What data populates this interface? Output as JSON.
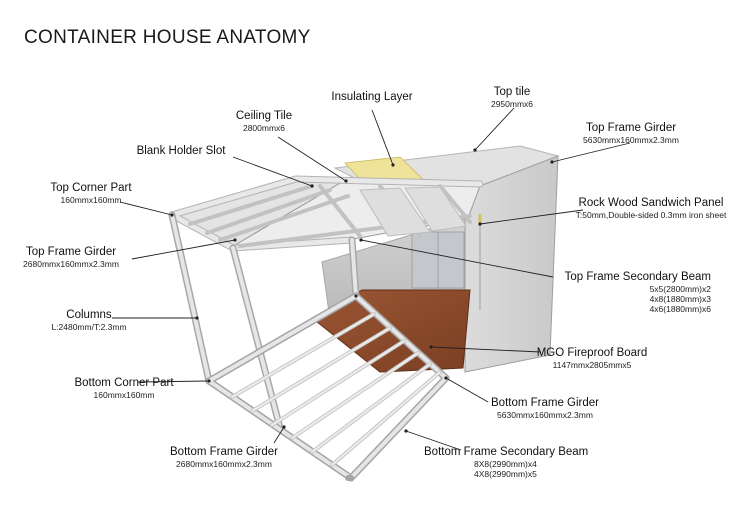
{
  "title": "CONTAINER HOUSE ANATOMY",
  "labels": {
    "insulating_layer": {
      "name": "Insulating Layer"
    },
    "top_tile": {
      "name": "Top tile",
      "spec": "2950mmx6"
    },
    "ceiling_tile": {
      "name": "Ceiling Tile",
      "spec": "2800mmx6"
    },
    "top_frame_girder_right": {
      "name": "Top Frame Girder",
      "spec": "5630mmx160mmx2.3mm"
    },
    "blank_holder_slot": {
      "name": "Blank Holder Slot"
    },
    "top_corner_part": {
      "name": "Top Corner Part",
      "spec": "160mmx160mm"
    },
    "rock_wood_panel": {
      "name": "Rock Wood Sandwich Panel",
      "spec": "T:50mm,Double-sided 0.3mm iron sheet"
    },
    "top_frame_girder_left": {
      "name": "Top Frame Girder",
      "spec": "2680mmx160mmx2.3mm"
    },
    "top_frame_secondary_beam": {
      "name": "Top Frame Secondary Beam",
      "spec1": "5x5(2800mm)x2",
      "spec2": "4x8(1880mm)x3",
      "spec3": "4x6(1880mm)x6"
    },
    "columns": {
      "name": "Columns",
      "spec": "L:2480mm/T:2.3mm"
    },
    "mgo_board": {
      "name": "MGO Fireproof Board",
      "spec": "1147mmx2805mmx5"
    },
    "bottom_corner_part": {
      "name": "Bottom Corner Part",
      "spec": "160mmx160mm"
    },
    "bottom_frame_girder_right": {
      "name": "Bottom Frame Girder",
      "spec": "5630mmx160mmx2.3mm"
    },
    "bottom_frame_girder_left": {
      "name": "Bottom Frame Girder",
      "spec": "2680mmx160mmx2.3mm"
    },
    "bottom_frame_secondary_beam": {
      "name": "Bottom Frame Secondary Beam",
      "spec1": "8X8(2990mm)x4",
      "spec2": "4X8(2990mm)x5"
    }
  },
  "colors": {
    "frame": "#d9d9d9",
    "frame_edge": "#9a9a9a",
    "panel": "#e6e6e6",
    "floor": "#8a4b2c",
    "insulation": "#efe39a",
    "leader": "#222222"
  }
}
